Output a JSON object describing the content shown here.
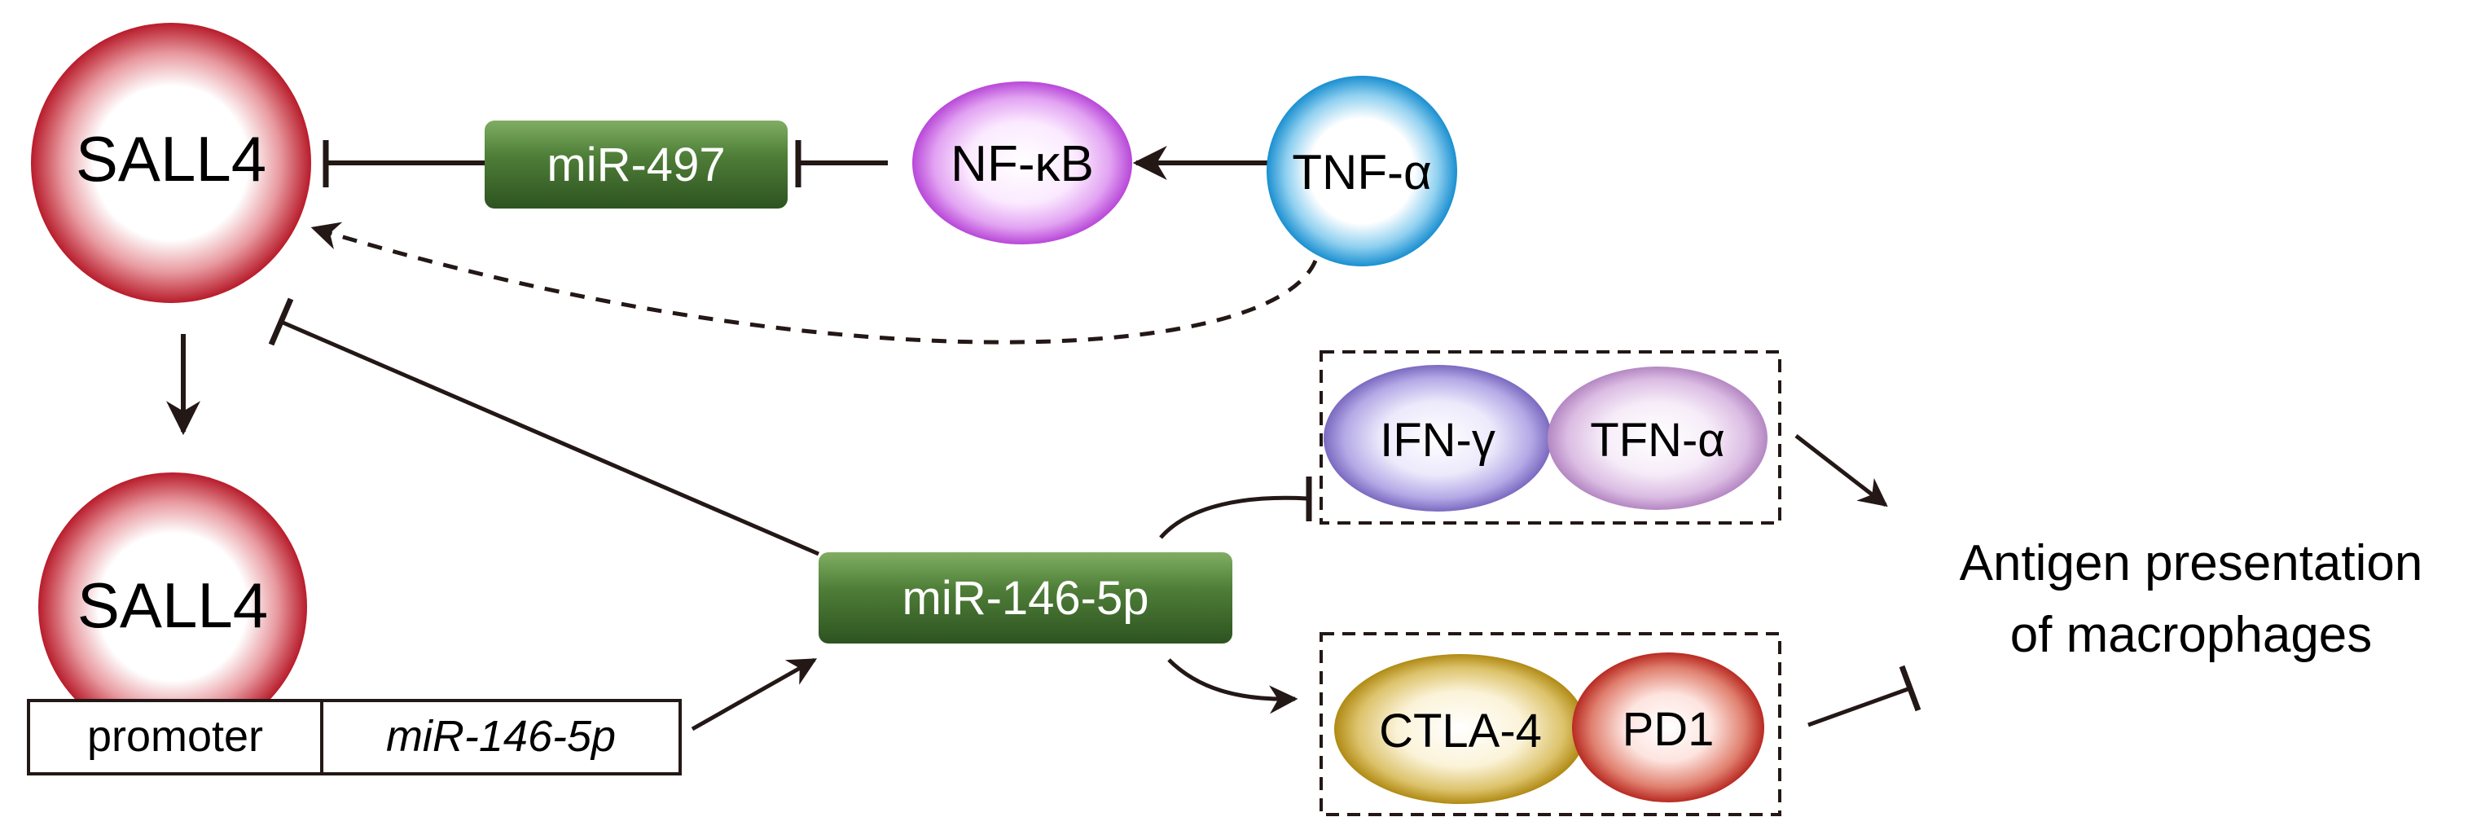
{
  "nodes": {
    "sall4_top": "SALL4",
    "sall4_bottom": "SALL4",
    "mir497": "miR-497",
    "nfkb": "NF-κB",
    "tnfa": "TNF-α",
    "mir146": "miR-146-5p",
    "ifng": "IFN-γ",
    "tfna": "TFN-α",
    "ctla4": "CTLA-4",
    "pd1": "PD1"
  },
  "gene": {
    "promoter": "promoter",
    "mir146_gene": "miR-146-5p"
  },
  "outcome": {
    "line1": "Antigen presentation",
    "line2": "of macrophages"
  },
  "colors": {
    "sall4": "#c0202e",
    "tnfa": "#1b9ad6",
    "nfkb": "#c14de0",
    "mir_box": "#3e6b2c",
    "ifng": "#8a7cc6",
    "tfna": "#c79fcf",
    "ctla4": "#b8961c",
    "pd1": "#c0392b",
    "arrow": "#231815"
  }
}
